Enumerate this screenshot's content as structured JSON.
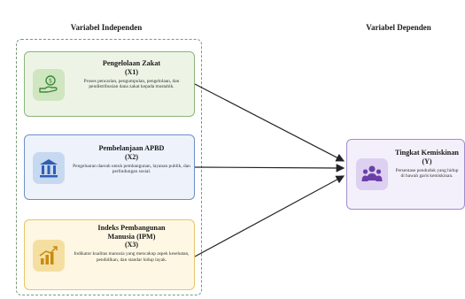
{
  "headers": {
    "independent": "Variabel Independen",
    "dependent": "Variabel Dependen"
  },
  "nodes": {
    "x1": {
      "title": "Pengelolaan Zakat",
      "code": "(X1)",
      "description": "Proses pencarian, pengumpulan, pengelolaan, dan pendistribusian dana zakat kepada mustahik.",
      "icon": "hand-money-icon",
      "color": "#edf4e6"
    },
    "x2": {
      "title": "Pembelanjaan APBD",
      "code": "(X2)",
      "description": "Pengeluaran daerah untuk pembangunan, layanan publik, dan perlindungan sosial.",
      "icon": "bank-building-icon",
      "color": "#eef3fb"
    },
    "x3": {
      "title_line1": "Indeks Pembangunan",
      "title_line2": "Manusia (IPM)",
      "code": "(X3)",
      "description": "Indikator kualitas manusia yang mencakup aspek kesehatan, pendidikan, dan standar hidup layak.",
      "icon": "growth-chart-icon",
      "color": "#fdf7e4"
    },
    "y": {
      "title": "Tingkat Kemiskinan",
      "code": "(Y)",
      "description": "Persentase penduduk yang hidup di bawah garis kemiskinan.",
      "icon": "people-group-icon",
      "color": "#f4f0fb"
    }
  },
  "edges": [
    {
      "from": "x1",
      "to": "y"
    },
    {
      "from": "x2",
      "to": "y"
    },
    {
      "from": "x3",
      "to": "y"
    }
  ]
}
